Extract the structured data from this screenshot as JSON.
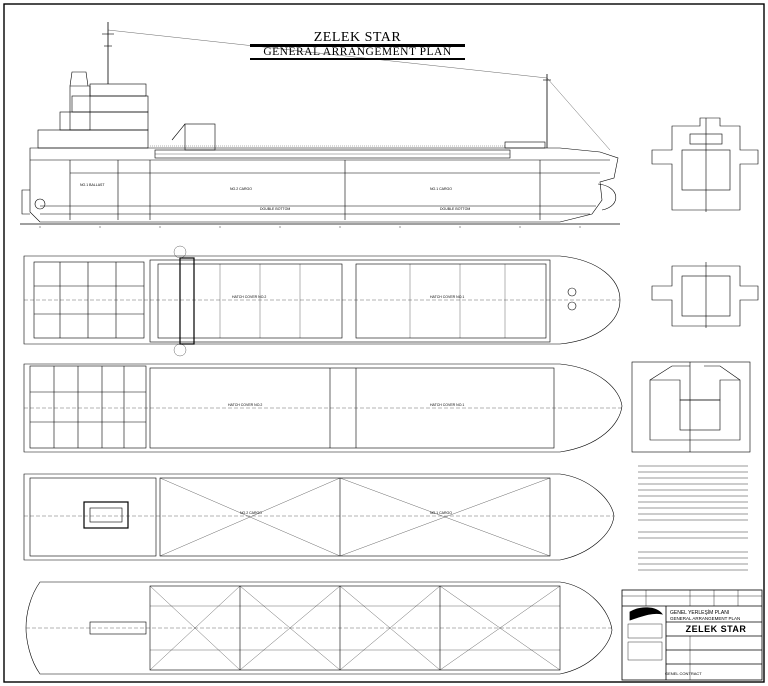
{
  "drawing": {
    "title": "ZELEK STAR",
    "subtitle": "GENERAL ARRANGEMENT PLAN"
  },
  "title_block": {
    "plan_tr": "GENEL YERLEŞİM PLANI",
    "plan_en": "GENERAL ARRANGEMENT PLAN",
    "ship_name": "ZELEK STAR",
    "contract": "GENEL CONTRACT"
  },
  "colors": {
    "line": "#000000",
    "paper": "#ffffff"
  }
}
